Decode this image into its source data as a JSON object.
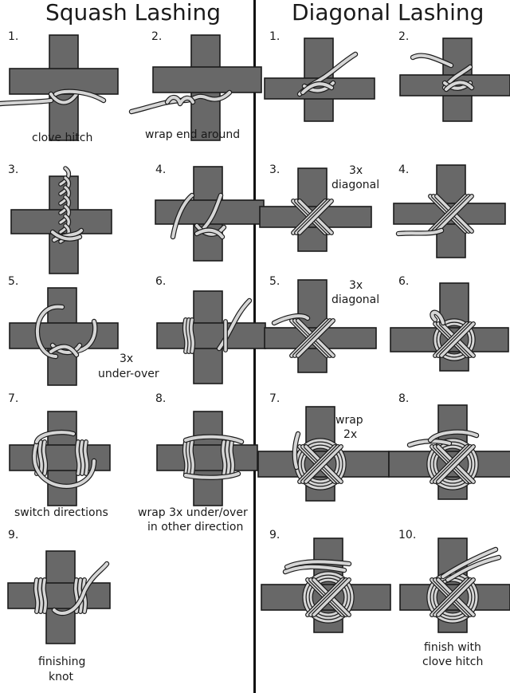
{
  "titles": {
    "left": "Squash Lashing",
    "right": "Diagonal Lashing"
  },
  "colors": {
    "pole": "#686868",
    "pole_outline": "#1c1c1c",
    "rope": "#d6d6d6",
    "rope_outline": "#1c1c1c",
    "divider": "#111111"
  },
  "squash": {
    "steps": [
      {
        "num": "1.",
        "caption": "clove hitch"
      },
      {
        "num": "2.",
        "caption": "wrap end around"
      },
      {
        "num": "3.",
        "caption": ""
      },
      {
        "num": "4.",
        "caption": ""
      },
      {
        "num": "5.",
        "caption": ""
      },
      {
        "num": "6.",
        "caption": ""
      },
      {
        "num": "7.",
        "caption": "switch directions"
      },
      {
        "num": "8.",
        "caption": "wrap 3x  under/over"
      },
      {
        "num": "9.",
        "caption": "finishing"
      }
    ],
    "note_under_over_1": "3x",
    "note_under_over_2": "under-over",
    "caption_8_line2": "in other direction",
    "caption_9_line2": "knot"
  },
  "diagonal": {
    "steps": [
      {
        "num": "1.",
        "caption": ""
      },
      {
        "num": "2.",
        "caption": ""
      },
      {
        "num": "3.",
        "caption": ""
      },
      {
        "num": "4.",
        "caption": ""
      },
      {
        "num": "5.",
        "caption": ""
      },
      {
        "num": "6.",
        "caption": ""
      },
      {
        "num": "7.",
        "caption": ""
      },
      {
        "num": "8.",
        "caption": ""
      },
      {
        "num": "9.",
        "caption": ""
      },
      {
        "num": "10.",
        "caption": "finish with"
      }
    ],
    "note_3_line1": "3x",
    "note_3_line2": "diagonal",
    "note_5_line1": "3x",
    "note_5_line2": "diagonal",
    "note_7_line1": "wrap",
    "note_7_line2": "2x",
    "caption_10_line2": "clove hitch"
  }
}
